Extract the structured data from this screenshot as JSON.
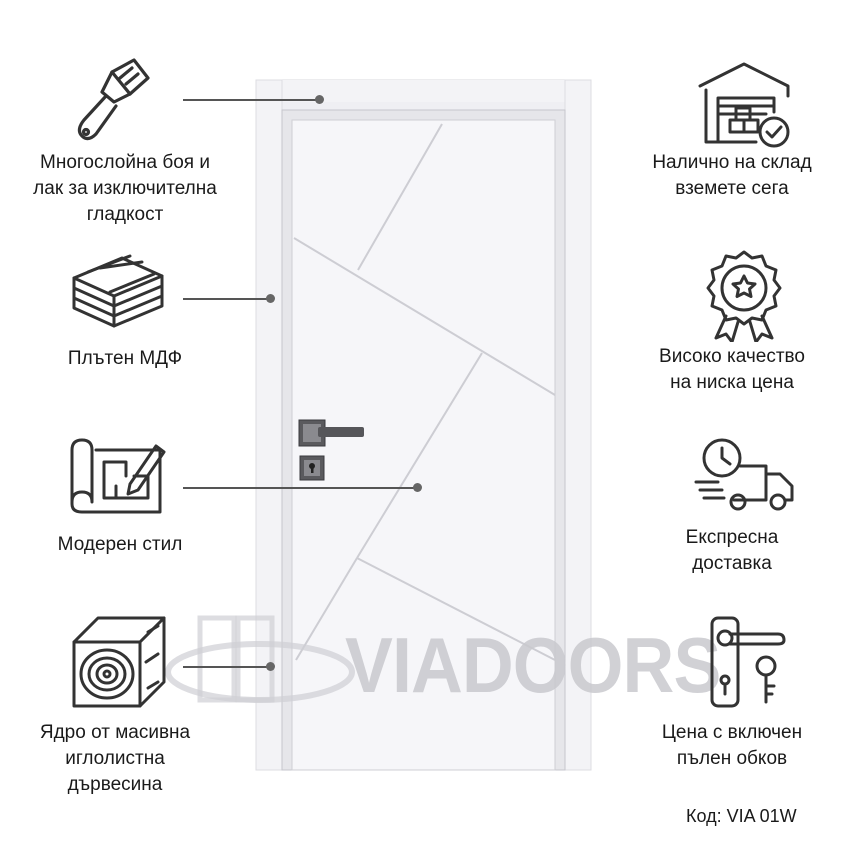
{
  "features_left": [
    {
      "icon": "paint-brush-icon",
      "lines": [
        "Многослойна боя и",
        "лак за изключителна",
        "гладкост"
      ]
    },
    {
      "icon": "mdf-boards-icon",
      "lines": [
        "Плътен МДФ"
      ]
    },
    {
      "icon": "blueprint-pencil-icon",
      "lines": [
        "Модерен стил"
      ]
    },
    {
      "icon": "wood-log-icon",
      "lines": [
        "Ядро от масивна",
        "иглолистна",
        "дървесина"
      ]
    }
  ],
  "features_right": [
    {
      "icon": "warehouse-check-icon",
      "lines": [
        "Налично на склад",
        "вземете сега"
      ]
    },
    {
      "icon": "quality-badge-icon",
      "lines": [
        "Високо качество",
        "на ниска цена"
      ]
    },
    {
      "icon": "delivery-truck-icon",
      "lines": [
        "Експресна",
        "доставка"
      ]
    },
    {
      "icon": "door-handle-key-icon",
      "lines": [
        "Цена с включен",
        "пълен обков"
      ]
    }
  ],
  "watermark": {
    "text": "VIADOORS"
  },
  "product_code": "Код: VIA 01W",
  "colors": {
    "text": "#1a1a1a",
    "icon": "#333333",
    "door": "#f4f4f8",
    "frame": "#ececf0",
    "leader": "#555555"
  }
}
